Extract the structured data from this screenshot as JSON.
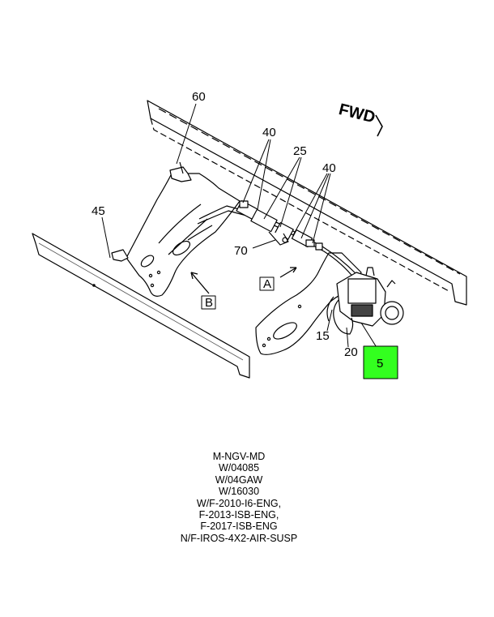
{
  "diagram": {
    "fwd_label": "FWD",
    "callouts": {
      "c60": "60",
      "c40_left": "40",
      "c25": "25",
      "c40_right": "40",
      "c45": "45",
      "c70": "70",
      "cA": "A",
      "cB": "B",
      "c15": "15",
      "c20": "20",
      "c5": "5"
    },
    "highlight_color": "#33ff1f"
  },
  "caption": {
    "lines": [
      "M-NGV-MD",
      "W/04085",
      "W/04GAW",
      "W/16030",
      "W/F-2010-I6-ENG,",
      "F-2013-ISB-ENG,",
      "F-2017-ISB-ENG",
      "N/F-IROS-4X2-AIR-SUSP"
    ]
  }
}
